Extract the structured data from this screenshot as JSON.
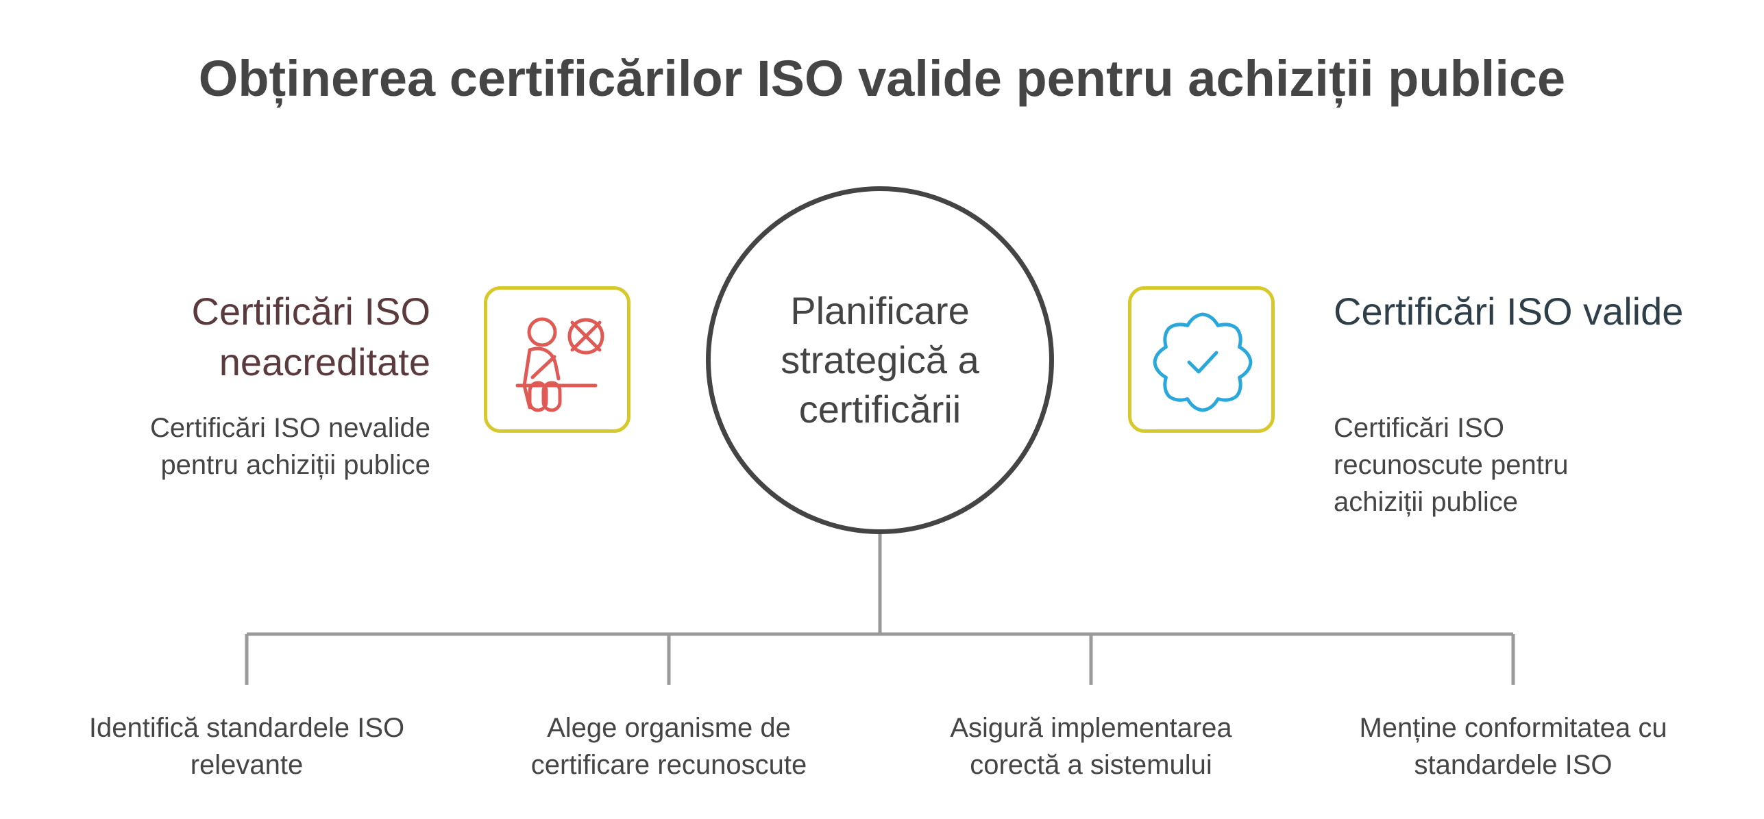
{
  "title": "Obținerea certificărilor ISO valide pentru achiziții publice",
  "center": {
    "text": "Planificare strategică a certificării"
  },
  "left": {
    "title": "Certificări ISO neacreditate",
    "description": "Certificări ISO nevalide pentru achiziții publice",
    "icon": "rejected-person-icon"
  },
  "right": {
    "title": "Certificări ISO valide",
    "description": "Certificări ISO recunoscute pentru achiziții publice",
    "icon": "verified-badge-icon"
  },
  "steps": [
    {
      "text": "Identifică standardele ISO relevante"
    },
    {
      "text": "Alege organisme de certificare recunoscute"
    },
    {
      "text": "Asigură implementarea corectă a sistemului"
    },
    {
      "text": "Menține conformitatea cu standardele ISO"
    }
  ],
  "colors": {
    "icon_border": "#d7c82b",
    "left_icon": "#e05a55",
    "right_icon": "#2aa8dc",
    "left_title": "#5a3a3c",
    "right_title": "#2f3f4a",
    "connector": "#999999",
    "circle_border": "#444444"
  }
}
